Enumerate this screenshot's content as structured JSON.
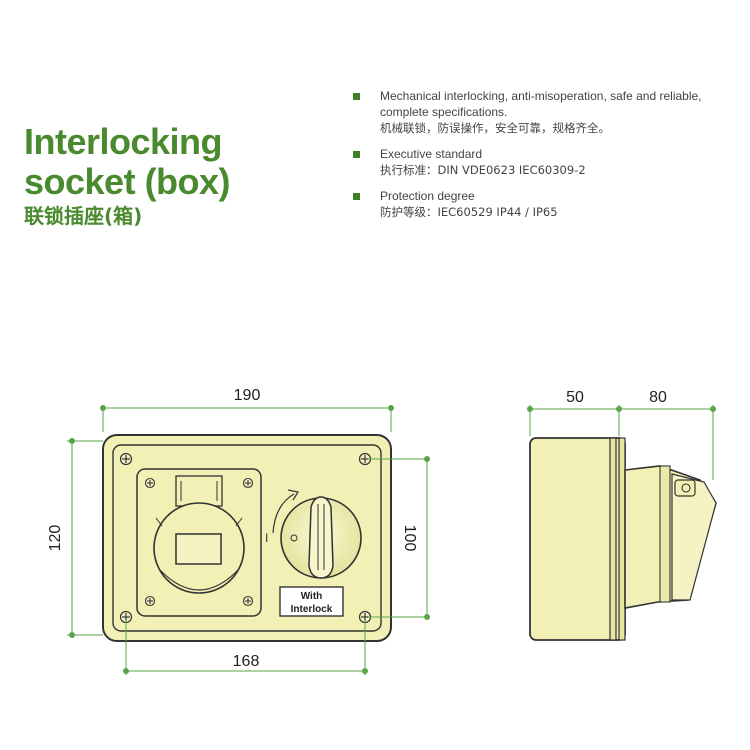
{
  "title": {
    "line1": "Interlocking",
    "line2": "socket (box)",
    "cn": "联锁插座(箱)"
  },
  "specs": [
    {
      "lines": [
        "Mechanical interlocking, anti-misoperation, safe and reliable,",
        "complete specifications.",
        "机械联锁，防误操作，安全可靠，规格齐全。"
      ]
    },
    {
      "lines": [
        "Executive standard",
        "执行标准：DIN VDE0623   IEC60309-2"
      ]
    },
    {
      "lines": [
        "Protection degree",
        "防护等级：IEC60529  IP44 / IP65"
      ]
    }
  ],
  "dimensions": {
    "width_outer": "190",
    "height_outer": "120",
    "height_inner": "100",
    "width_inner": "168",
    "depth_body": "50",
    "depth_socket": "80"
  },
  "badge": {
    "line1": "With",
    "line2": "Interlock"
  },
  "colors": {
    "title_green": "#4a8a2e",
    "box_fill": "#f2f0b4",
    "dimension_green": "#5aa34a"
  }
}
